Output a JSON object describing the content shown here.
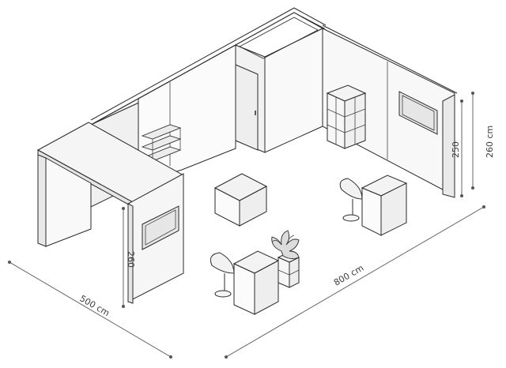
{
  "dimensions": {
    "depth": "500 cm",
    "width": "800 cm",
    "wall_height_inner": "250",
    "wall_height_total": "260 cm",
    "header_height": "260"
  },
  "colors": {
    "line": "#2a2a2a",
    "wall_fill": "#f4f4f4",
    "panel_fill": "#e8e8e8",
    "dim_line": "#555555"
  }
}
